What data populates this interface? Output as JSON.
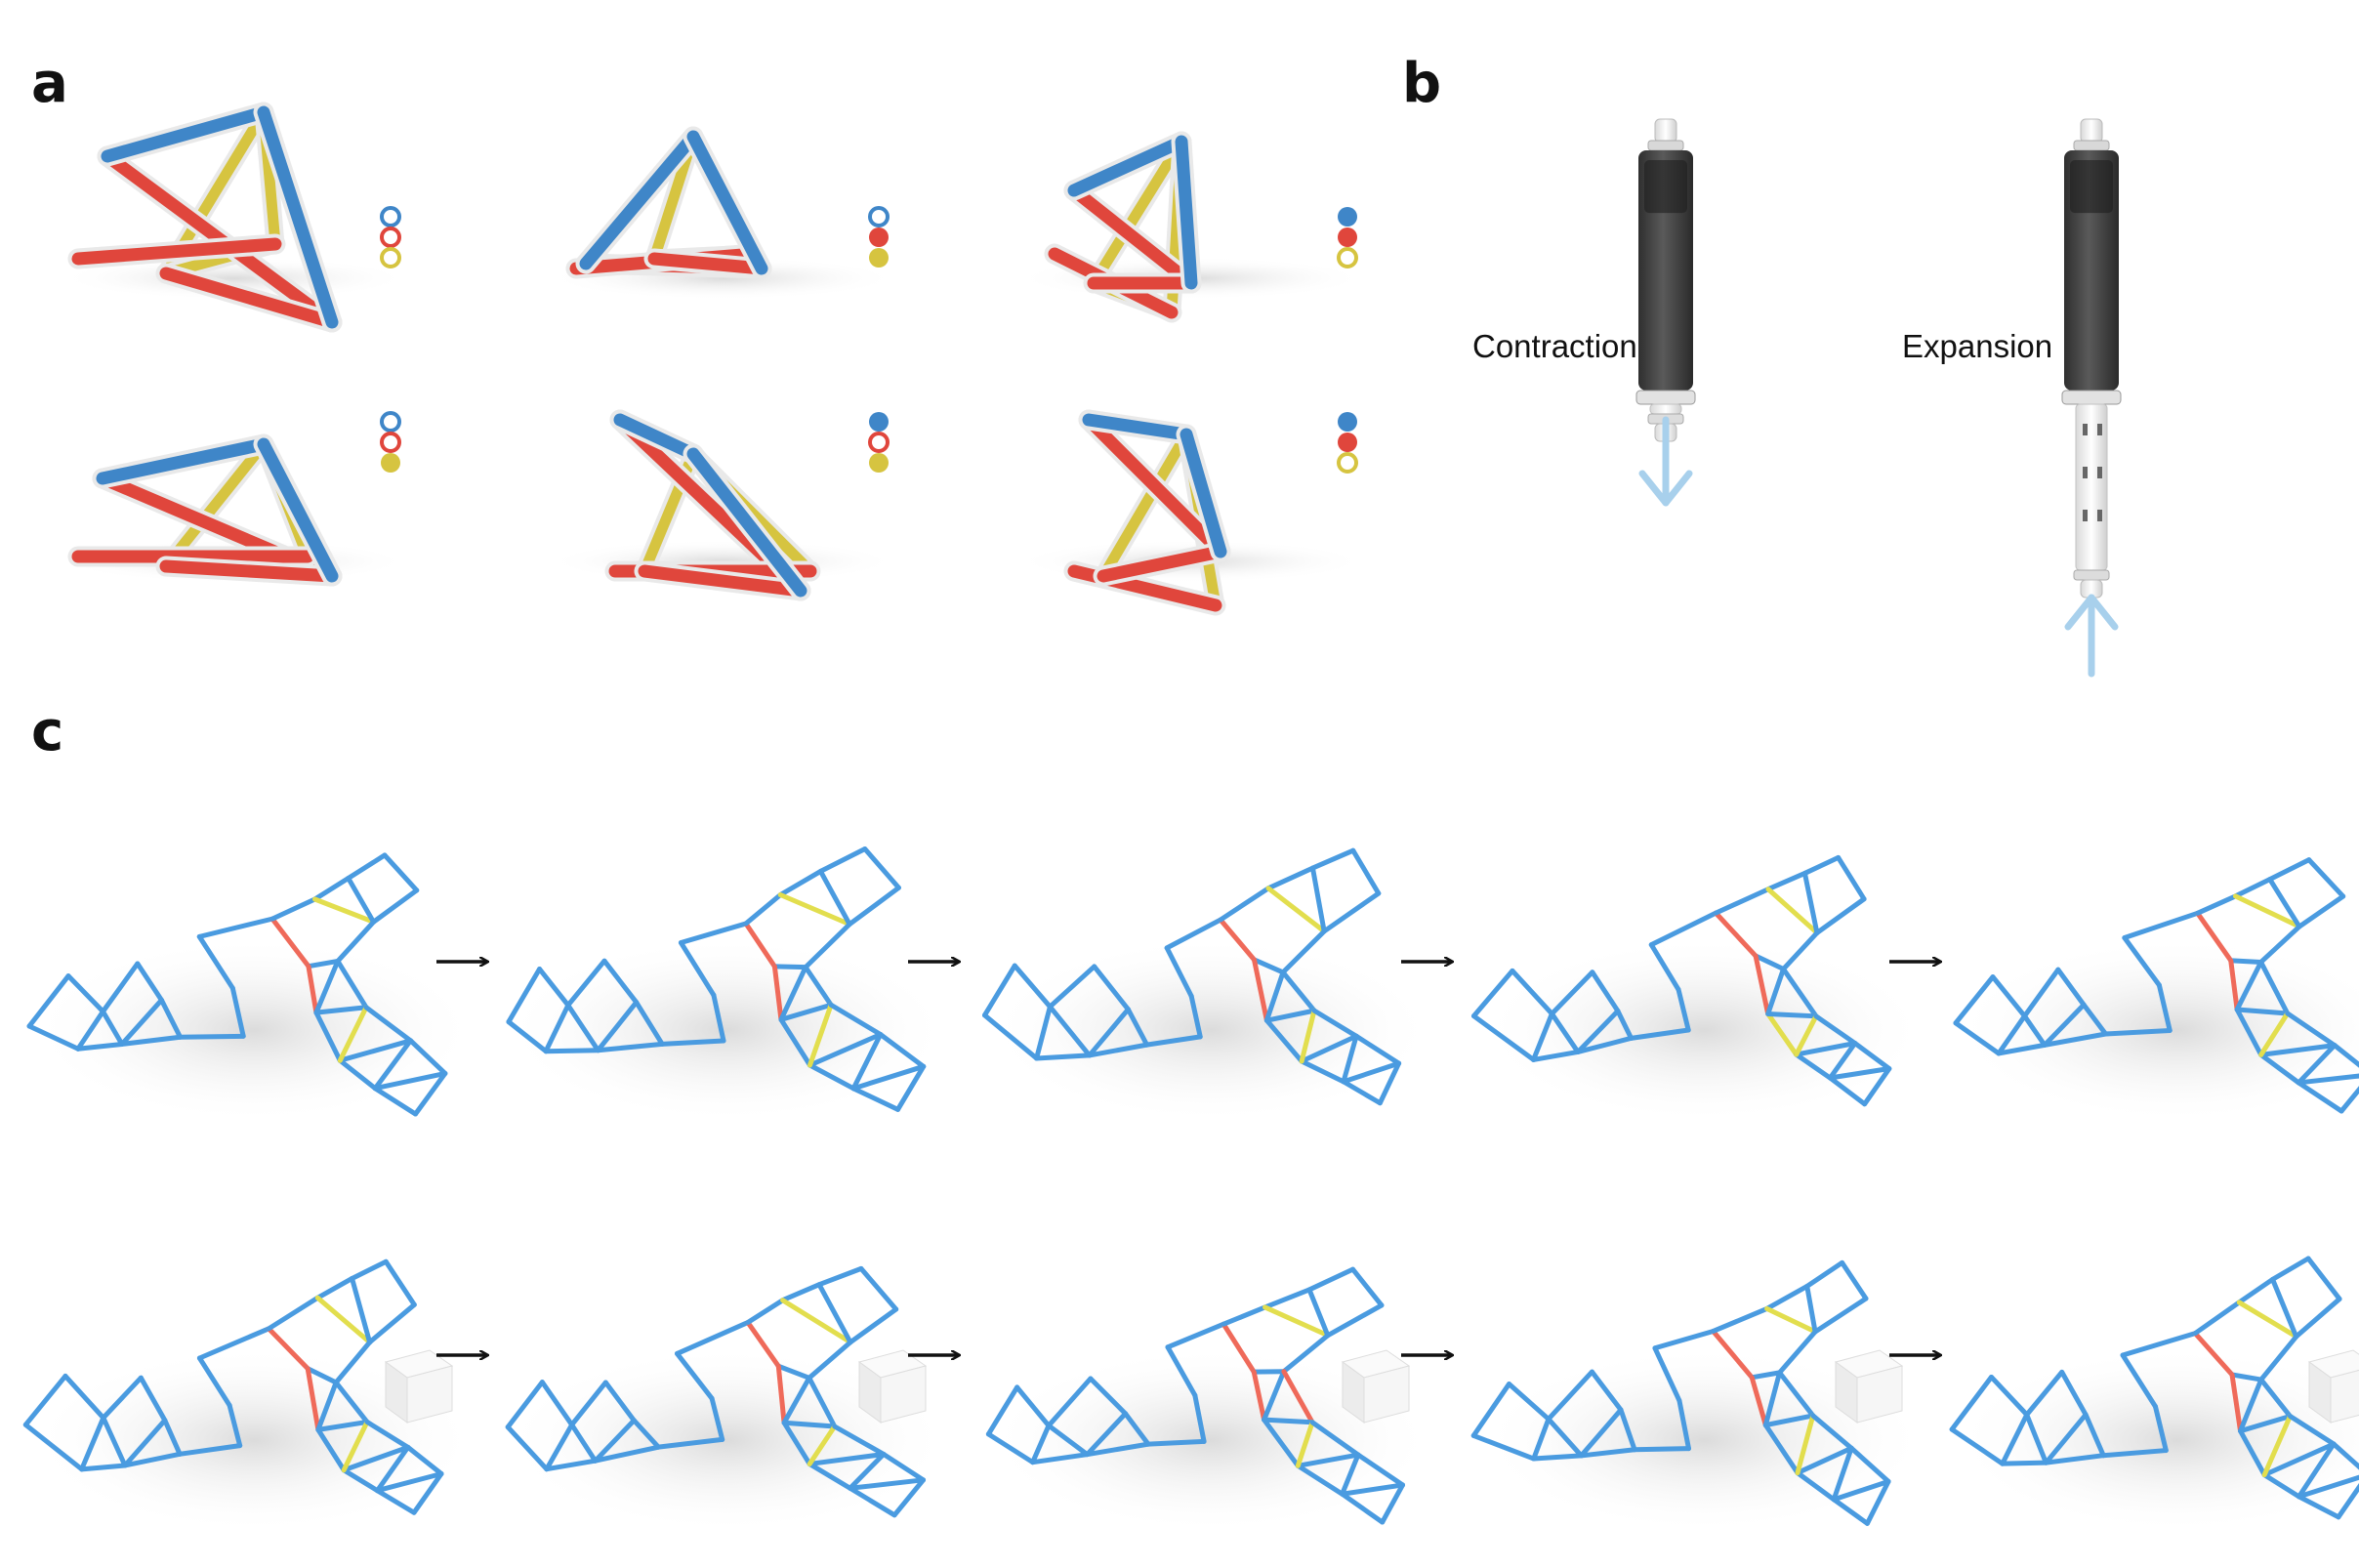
{
  "panels": {
    "a": {
      "label": "a"
    },
    "b": {
      "label": "b",
      "contraction": "Contraction",
      "expansion": "Expansion"
    },
    "c": {
      "label": "c"
    }
  },
  "colors": {
    "blue": "#3f86c8",
    "red": "#e0463c",
    "yellow": "#d6c440",
    "truss_blue": "#4a9be0",
    "truss_red": "#ef6a5a",
    "truss_yellow": "#e2de4e",
    "arrow_light_blue": "#a8d0ec"
  },
  "legend_states": [
    {
      "blue": "open",
      "red": "open",
      "yellow": "open"
    },
    {
      "blue": "open",
      "red": "filled",
      "yellow": "filled"
    },
    {
      "blue": "filled",
      "red": "filled",
      "yellow": "open"
    },
    {
      "blue": "open",
      "red": "open",
      "yellow": "filled"
    },
    {
      "blue": "filled",
      "red": "open",
      "yellow": "filled"
    },
    {
      "blue": "filled",
      "red": "filled",
      "yellow": "open"
    }
  ],
  "sequence_arrows": {
    "row1": 4,
    "row2": 4
  }
}
